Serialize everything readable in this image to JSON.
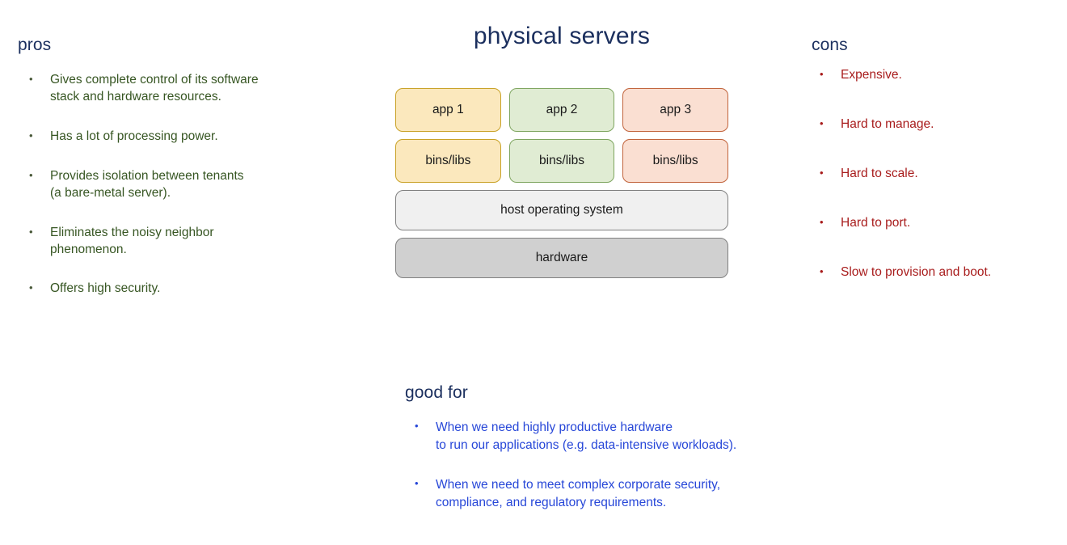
{
  "pros": {
    "heading": "pros",
    "bullet_marker": "•",
    "items": [
      {
        "lines": [
          "Gives complete control of its software",
          "stack and hardware resources."
        ]
      },
      {
        "lines": [
          "Has a lot of processing power."
        ]
      },
      {
        "lines": [
          "Provides isolation between tenants",
          "(a bare-metal server)."
        ]
      },
      {
        "lines": [
          "Eliminates the noisy neighbor",
          "phenomenon."
        ]
      },
      {
        "lines": [
          "Offers high security."
        ]
      }
    ],
    "text_color": "#375623",
    "heading_color": "#1b2f5e"
  },
  "cons": {
    "heading": "cons",
    "bullet_marker": "•",
    "items": [
      {
        "lines": [
          "Expensive."
        ]
      },
      {
        "lines": [
          "Hard to manage."
        ]
      },
      {
        "lines": [
          "Hard to scale."
        ]
      },
      {
        "lines": [
          "Hard to port."
        ]
      },
      {
        "lines": [
          "Slow to provision and boot."
        ]
      }
    ],
    "text_color": "#a81c1c",
    "heading_color": "#1b2f5e"
  },
  "diagram": {
    "title": "physical servers",
    "title_color": "#1b2f5e",
    "app_row": [
      {
        "label": "app 1",
        "fill": "#fbe8bd",
        "border": "#c9a227"
      },
      {
        "label": "app 2",
        "fill": "#e0ecd3",
        "border": "#7ea55f"
      },
      {
        "label": "app 3",
        "fill": "#fadfd2",
        "border": "#c1643c"
      }
    ],
    "libs_row": [
      {
        "label": "bins/libs",
        "fill": "#fbe8bd",
        "border": "#c9a227"
      },
      {
        "label": "bins/libs",
        "fill": "#e0ecd3",
        "border": "#7ea55f"
      },
      {
        "label": "bins/libs",
        "fill": "#fadfd2",
        "border": "#c1643c"
      }
    ],
    "host_os": {
      "label": "host operating system",
      "fill": "#f0f0f0",
      "border": "#808080"
    },
    "hardware": {
      "label": "hardware",
      "fill": "#d0d0d0",
      "border": "#808080"
    }
  },
  "good_for": {
    "heading": "good for",
    "bullet_marker": "•",
    "items": [
      {
        "lines": [
          "When we need highly productive hardware",
          "to run our applications (e.g. data-intensive workloads)."
        ]
      },
      {
        "lines": [
          "When we need to meet complex corporate security,",
          "compliance, and regulatory requirements."
        ]
      }
    ],
    "text_color": "#2747d8",
    "heading_color": "#1b2f5e"
  }
}
